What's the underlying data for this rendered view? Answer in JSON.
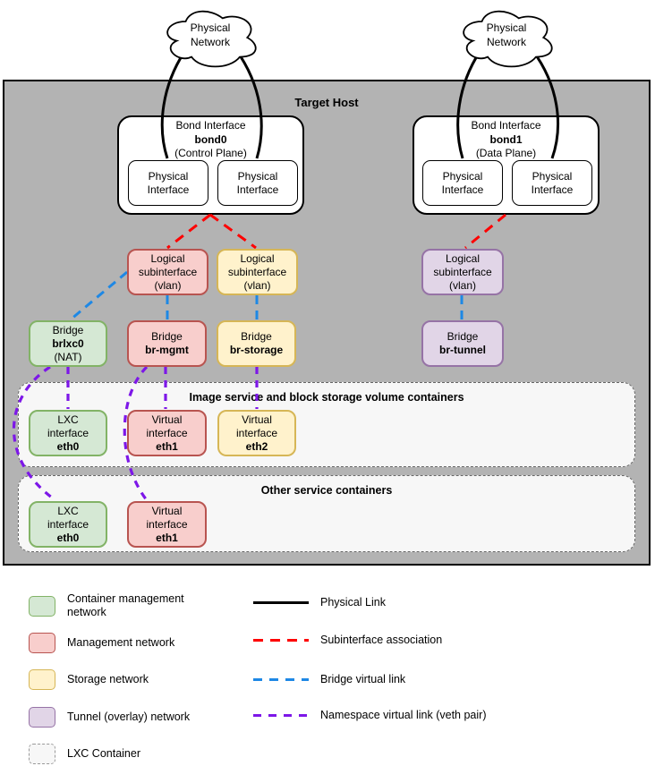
{
  "host": {
    "label": "Target Host"
  },
  "clouds": {
    "left": {
      "line1": "Physical",
      "line2": "Network"
    },
    "right": {
      "line1": "Physical",
      "line2": "Network"
    }
  },
  "nodes": {
    "bond0": {
      "line1": "Bond Interface",
      "line2": "bond0",
      "line3": "(Control Plane)"
    },
    "bond1": {
      "line1": "Bond Interface",
      "line2": "bond1",
      "line3": "(Data Plane)"
    },
    "physical_interface": {
      "line1": "Physical",
      "line2": "Interface"
    },
    "logical_subinterface": {
      "line1": "Logical",
      "line2": "subinterface",
      "line3": "(vlan)"
    },
    "bridge_brlxc0": {
      "line1": "Bridge",
      "line2": "brlxc0",
      "line3": "(NAT)"
    },
    "bridge_br_mgmt": {
      "line1": "Bridge",
      "line2": "br-mgmt"
    },
    "bridge_br_storage": {
      "line1": "Bridge",
      "line2": "br-storage"
    },
    "bridge_br_tunnel": {
      "line1": "Bridge",
      "line2": "br-tunnel"
    },
    "lxc_eth0": {
      "line1": "LXC",
      "line2": "interface",
      "line3": "eth0"
    },
    "virtual_eth1": {
      "line1": "Virtual",
      "line2": "interface",
      "line3": "eth1"
    },
    "virtual_eth2": {
      "line1": "Virtual",
      "line2": "interface",
      "line3": "eth2"
    }
  },
  "containers": {
    "image_storage": {
      "title": "Image service and block storage volume containers"
    },
    "other": {
      "title": "Other service containers"
    }
  },
  "legend": {
    "swatches": [
      {
        "label": "Container management network",
        "fill": "#d5e8d4",
        "stroke": "#82b366"
      },
      {
        "label": "Management network",
        "fill": "#f8cecc",
        "stroke": "#b85450"
      },
      {
        "label": "Storage network",
        "fill": "#fff2cc",
        "stroke": "#d6b656"
      },
      {
        "label": "Tunnel (overlay) network",
        "fill": "#e1d5e7",
        "stroke": "#9673a6"
      },
      {
        "label": "LXC Container",
        "fill": "#f7f7f7",
        "stroke": "#999999",
        "dashed": true
      }
    ],
    "lines": [
      {
        "label": "Physical Link",
        "color": "#000000",
        "style": "solid"
      },
      {
        "label": "Subinterface association",
        "color": "#fe0000",
        "style": "dashed"
      },
      {
        "label": "Bridge virtual link",
        "color": "#1e88e5",
        "style": "dashed"
      },
      {
        "label": "Namespace virtual link (veth pair)",
        "color": "#7d17e8",
        "style": "dashed"
      }
    ]
  },
  "palette": {
    "host_fill": "#b3b3b3",
    "container_fill": "#f7f7f7",
    "physical_link": "#000000",
    "subinterface_association": "#fe0000",
    "bridge_virtual_link": "#1e88e5",
    "namespace_virtual_link": "#7d17e8"
  }
}
